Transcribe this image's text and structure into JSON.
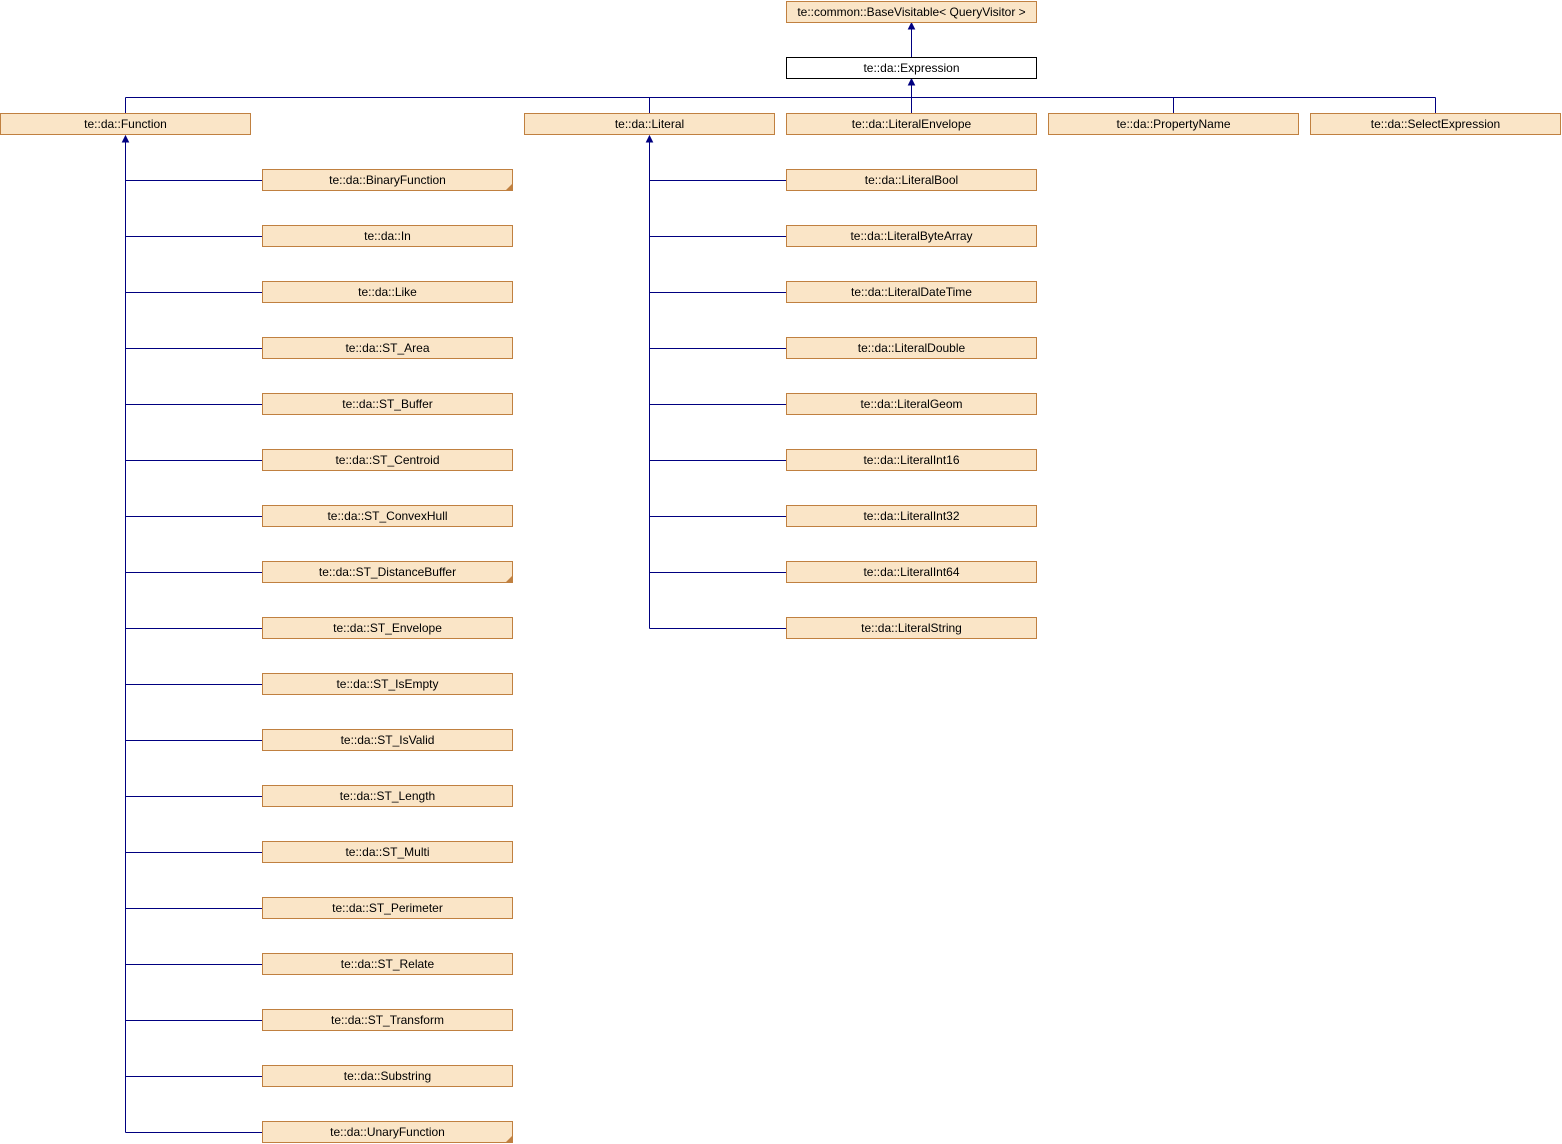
{
  "colors": {
    "node_fill": "#fae5c7",
    "node_border": "#c08040",
    "current_fill": "#ffffff",
    "current_border": "#000000",
    "edge": "#000080"
  },
  "nodes": {
    "base_visitable": {
      "label": "te::common::BaseVisitable< QueryVisitor >"
    },
    "expression": {
      "label": "te::da::Expression",
      "current": true
    },
    "function": {
      "label": "te::da::Function"
    },
    "literal": {
      "label": "te::da::Literal"
    },
    "literal_envelope": {
      "label": "te::da::LiteralEnvelope"
    },
    "property_name": {
      "label": "te::da::PropertyName"
    },
    "select_expression": {
      "label": "te::da::SelectExpression"
    },
    "function_children": [
      {
        "label": "te::da::BinaryFunction",
        "has_more": true
      },
      {
        "label": "te::da::In"
      },
      {
        "label": "te::da::Like"
      },
      {
        "label": "te::da::ST_Area"
      },
      {
        "label": "te::da::ST_Buffer"
      },
      {
        "label": "te::da::ST_Centroid"
      },
      {
        "label": "te::da::ST_ConvexHull"
      },
      {
        "label": "te::da::ST_DistanceBuffer",
        "has_more": true
      },
      {
        "label": "te::da::ST_Envelope"
      },
      {
        "label": "te::da::ST_IsEmpty"
      },
      {
        "label": "te::da::ST_IsValid"
      },
      {
        "label": "te::da::ST_Length"
      },
      {
        "label": "te::da::ST_Multi"
      },
      {
        "label": "te::da::ST_Perimeter"
      },
      {
        "label": "te::da::ST_Relate"
      },
      {
        "label": "te::da::ST_Transform"
      },
      {
        "label": "te::da::Substring"
      },
      {
        "label": "te::da::UnaryFunction",
        "has_more": true
      }
    ],
    "literal_children": [
      {
        "label": "te::da::LiteralBool"
      },
      {
        "label": "te::da::LiteralByteArray"
      },
      {
        "label": "te::da::LiteralDateTime"
      },
      {
        "label": "te::da::LiteralDouble"
      },
      {
        "label": "te::da::LiteralGeom"
      },
      {
        "label": "te::da::LiteralInt16"
      },
      {
        "label": "te::da::LiteralInt32"
      },
      {
        "label": "te::da::LiteralInt64"
      },
      {
        "label": "te::da::LiteralString"
      }
    ]
  }
}
